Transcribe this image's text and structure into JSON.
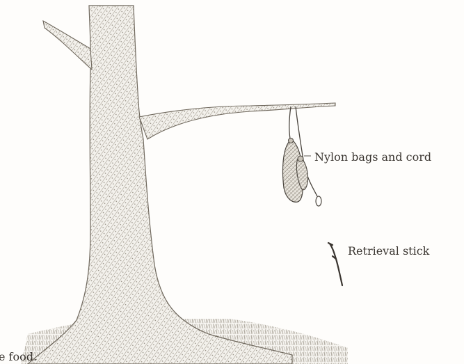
{
  "figure": {
    "labels": {
      "nylon_bags": "Nylon bags and cord",
      "retrieval_stick": "Retrieval stick"
    },
    "caption_fragment": "e food."
  },
  "colors": {
    "ink": "#3a3530",
    "paper": "#fefdfb",
    "shade": "#8a8478"
  }
}
